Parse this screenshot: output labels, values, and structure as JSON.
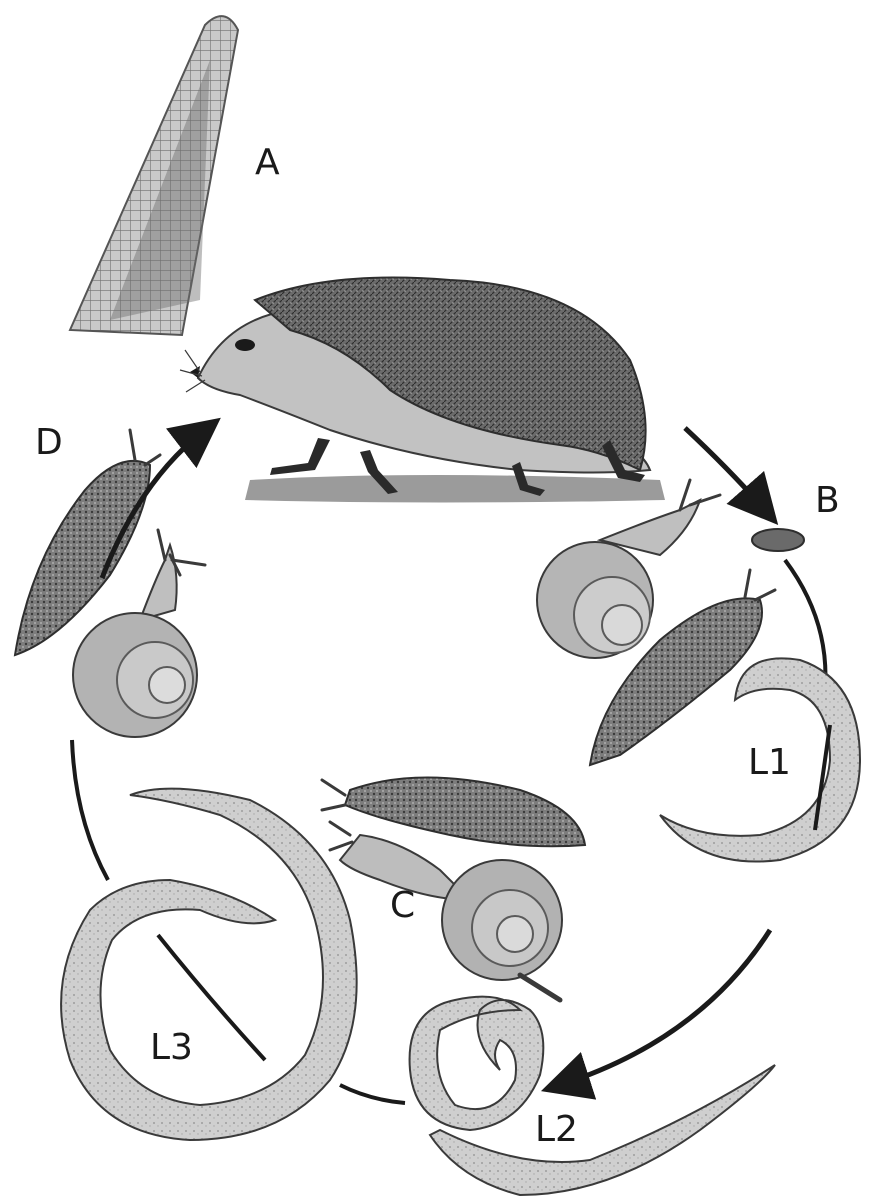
{
  "labels": {
    "a": "A",
    "b": "B",
    "c": "C",
    "d": "D",
    "l1": "L1",
    "l2": "L2",
    "l3": "L3"
  },
  "colors": {
    "ink": "#1a1a1a",
    "spines": "#4a4a4a",
    "body": "#b8b8b8",
    "larva": "#c4c4c4",
    "slug": "#6d6d6d",
    "shell": "#9a9a9a",
    "grass": "#9b9b9b",
    "tissue": "#8a8a8a"
  }
}
